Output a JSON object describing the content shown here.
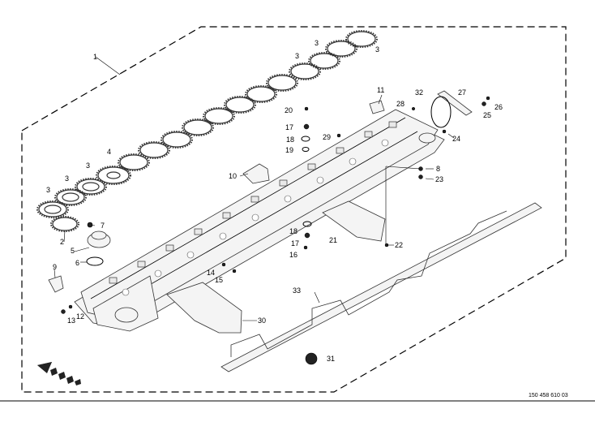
{
  "drawing": {
    "document_number": "150 458 610 03",
    "callouts": {
      "c1": "1",
      "c2": "2",
      "c3a": "3",
      "c3b": "3",
      "c3c": "3",
      "c3d": "3",
      "c3e": "3",
      "c3f": "3",
      "c4": "4",
      "c5": "5",
      "c6": "6",
      "c7": "7",
      "c8": "8",
      "c9": "9",
      "c10": "10",
      "c11": "11",
      "c12": "12",
      "c13": "13",
      "c14": "14",
      "c15": "15",
      "c16a": "16",
      "c17a": "17",
      "c17b": "17",
      "c18a": "18",
      "c18b": "18",
      "c19": "19",
      "c20": "20",
      "c21": "21",
      "c22": "22",
      "c23": "23",
      "c24": "24",
      "c25": "25",
      "c26": "26",
      "c27": "27",
      "c28": "28",
      "c29": "29",
      "c30": "30",
      "c31": "31",
      "c32": "32",
      "c33": "33"
    },
    "colors": {
      "ink": "#000000",
      "part_fill": "#f4f4f4",
      "gear": "#333333",
      "arrow": "#222222"
    },
    "icons": {
      "direction": "direction-arrow-icon"
    }
  }
}
